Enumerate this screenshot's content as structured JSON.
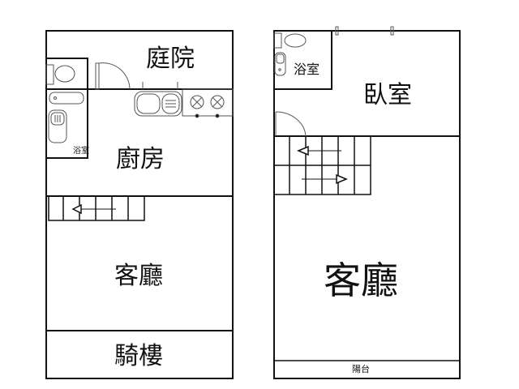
{
  "floor1": {
    "courtyard": "庭院",
    "bathroom": "浴室",
    "kitchen": "廚房",
    "living_room": "客廳",
    "arcade": "騎樓"
  },
  "floor2": {
    "bathroom": "浴室",
    "bedroom": "臥室",
    "living_room": "客廳",
    "balcony": "陽台"
  },
  "colors": {
    "line": "#111111",
    "fixture": "#555555"
  }
}
